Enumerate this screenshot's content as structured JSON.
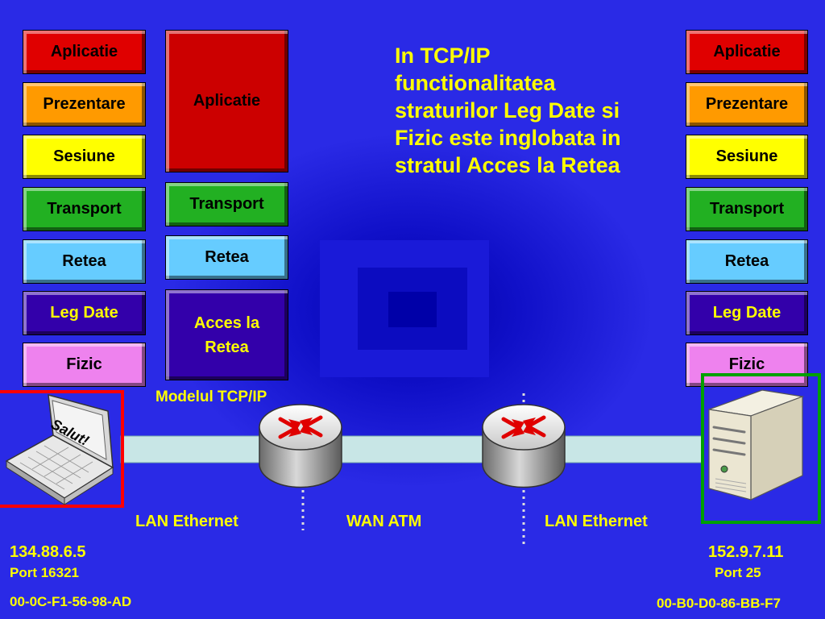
{
  "left_stack": [
    "Aplicatie",
    "Prezentare",
    "Sesiune",
    "Transport",
    "Retea",
    "Leg Date",
    "Fizic"
  ],
  "tcpip_stack": {
    "application": "Aplicatie",
    "transport": "Transport",
    "network": "Retea",
    "access": "Acces la Retea",
    "model_label": "Modelul TCP/IP"
  },
  "right_stack": [
    "Aplicatie",
    "Prezentare",
    "Sesiune",
    "Transport",
    "Retea",
    "Leg Date",
    "Fizic"
  ],
  "explanation": "In TCP/IP functionalitatea straturilor Leg Date si Fizic este inglobata in stratul Acces la Retea",
  "laptop_screen_text": "Salut!",
  "segments": {
    "lan_left": "LAN Ethernet",
    "wan": "WAN  ATM",
    "lan_right": "LAN Ethernet"
  },
  "left_host": {
    "ip": "134.88.6.5",
    "port": "Port 16321",
    "mac": "00-0C-F1-56-98-AD"
  },
  "right_host": {
    "ip": "152.9.7.11",
    "port": "Port 25",
    "mac": "00-B0-D0-86-BB-F7"
  },
  "colors": {
    "background": "#2a2ae6",
    "text_accent": "#ffff00",
    "aplicatie": "#e00000",
    "prezentare": "#ff9a00",
    "sesiune": "#ffff00",
    "transport": "#22b022",
    "retea": "#66ccff",
    "leg_date": "#3300aa",
    "fizic": "#ee82ee",
    "left_highlight": "#ff0000",
    "right_highlight": "#00a000"
  }
}
